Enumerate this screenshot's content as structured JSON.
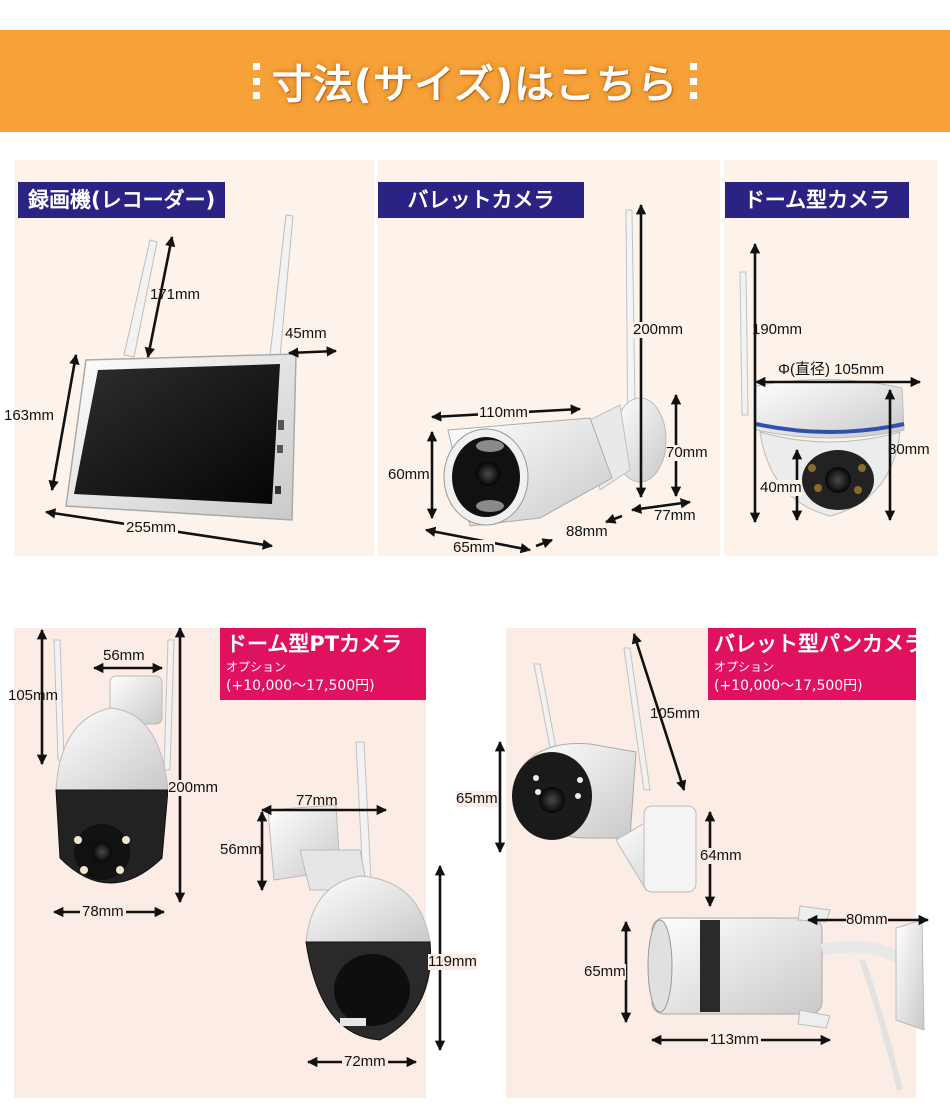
{
  "header": {
    "title": "寸法(サイズ)はこちら",
    "background": "#f7a238"
  },
  "colors": {
    "label_navy": "#2a2383",
    "label_magenta": "#e0115f",
    "panel_cream": "#fdf3ea",
    "panel_pink": "#fcece6"
  },
  "recorder": {
    "label": "録画機(レコーダー)",
    "dims": {
      "antenna": "171mm",
      "antenna_side": "45mm",
      "height": "163mm",
      "width": "255mm"
    }
  },
  "bullet": {
    "label": "バレットカメラ",
    "dims": {
      "antenna": "200mm",
      "length": "110mm",
      "body_height": "60mm",
      "bracket": "70mm",
      "front_width": "65mm",
      "depth": "88mm",
      "mount": "77mm"
    }
  },
  "dome": {
    "label": "ドーム型カメラ",
    "dims": {
      "antenna": "190mm",
      "diameter": "Φ(直径) 105mm",
      "height": "80mm",
      "lower": "40mm"
    }
  },
  "dome_pt": {
    "label": "ドーム型PTカメラ",
    "option": "オプション",
    "price": "(+10,000～17,500円)",
    "dims": {
      "top_width": "56mm",
      "antenna": "105mm",
      "total": "200mm",
      "bottom_width": "78mm",
      "side_width": "77mm",
      "side_height": "56mm",
      "body": "119mm",
      "body_width": "72mm"
    }
  },
  "bullet_pan": {
    "label": "バレット型パンカメラ",
    "option": "オプション",
    "price": "(+10,000～17,500円)",
    "dims": {
      "antenna": "105mm",
      "front_height": "65mm",
      "mount": "64mm",
      "top": "80mm",
      "side_height": "65mm",
      "length": "113mm"
    }
  }
}
